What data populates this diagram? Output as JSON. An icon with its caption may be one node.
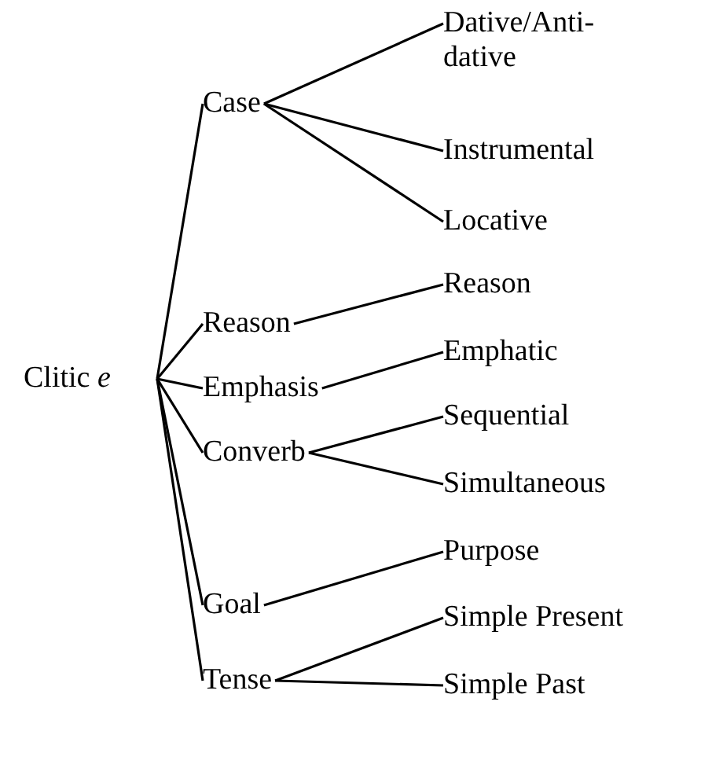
{
  "diagram": {
    "nodes": [
      {
        "text": [
          "Clitic *e*"
        ]
      },
      {
        "text": [
          "Case"
        ]
      },
      {
        "text": [
          "Reason"
        ]
      },
      {
        "text": [
          "Emphasis"
        ]
      },
      {
        "text": [
          "Converb"
        ]
      },
      {
        "text": [
          "Goal"
        ]
      },
      {
        "text": [
          "Tense"
        ]
      },
      {
        "text": [
          "Dative/Anti- dative"
        ]
      },
      {
        "text": [
          "Instrumental"
        ]
      },
      {
        "text": [
          "Locative"
        ]
      },
      {
        "text": [
          "Reason"
        ]
      },
      {
        "text": [
          "Emphatic"
        ]
      },
      {
        "text": [
          "Sequential"
        ]
      },
      {
        "text": [
          "Simultaneous"
        ]
      },
      {
        "text": [
          "Purpose"
        ]
      },
      {
        "text": [
          "Simple Present"
        ]
      },
      {
        "text": [
          "Simple Past"
        ]
      }
    ],
    "edges": [
      {
        "from": 0,
        "to": 1,
        "arrow": "none"
      },
      {
        "from": 0,
        "to": 2,
        "arrow": "none"
      },
      {
        "from": 0,
        "to": 3,
        "arrow": "none"
      },
      {
        "from": 0,
        "to": 4,
        "arrow": "none"
      },
      {
        "from": 0,
        "to": 5,
        "arrow": "none"
      },
      {
        "from": 0,
        "to": 6,
        "arrow": "none"
      },
      {
        "from": 1,
        "to": 7,
        "arrow": "none"
      },
      {
        "from": 1,
        "to": 8,
        "arrow": "none"
      },
      {
        "from": 1,
        "to": 9,
        "arrow": "none"
      },
      {
        "from": 2,
        "to": 10,
        "arrow": "none"
      },
      {
        "from": 3,
        "to": 11,
        "arrow": "none"
      },
      {
        "from": 4,
        "to": 12,
        "arrow": "none"
      },
      {
        "from": 4,
        "to": 13,
        "arrow": "none"
      },
      {
        "from": 5,
        "to": 14,
        "arrow": "none"
      },
      {
        "from": 6,
        "to": 15,
        "arrow": "none"
      },
      {
        "from": 6,
        "to": 16,
        "arrow": "none"
      }
    ]
  }
}
